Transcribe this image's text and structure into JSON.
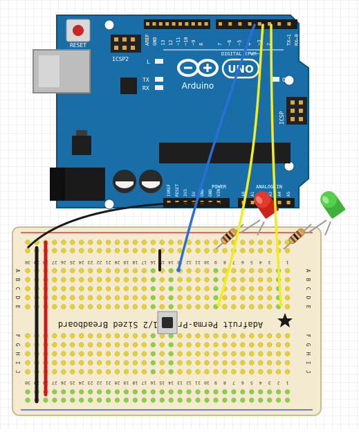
{
  "arduino": {
    "brand": "Arduino",
    "model": "UNO",
    "reset_label": "RESET",
    "icsp2_label": "ICSP2",
    "icsp_label": "ICSP",
    "l_label": "L",
    "tx_label": "TX",
    "rx_label": "RX",
    "on_label": "ON",
    "aref_label": "AREF",
    "gnd_label": "GND",
    "digital_label": "DIGITAL (PWM~)",
    "tx_pin_label": "TX→1",
    "rx_pin_label": "RX←0",
    "power_label": "POWER",
    "analog_label": "ANALOG IN",
    "top_pins": [
      "13",
      "12",
      "~11",
      "~10",
      "~9",
      "8",
      "7",
      "~6",
      "~5",
      "4",
      "~3",
      "2"
    ],
    "power_pins": [
      "IOREF",
      "RESET",
      "3V3",
      "5V",
      "GND",
      "GND",
      "VIN"
    ],
    "analog_pins": [
      "A0",
      "A1",
      "A2",
      "A3",
      "A4",
      "A5"
    ],
    "board_color": "#1a6ea8"
  },
  "breadboard": {
    "title": "Adafruit Perma-Proto 1/2 Sized Breadboard",
    "row_letters_top": [
      "A",
      "B",
      "C",
      "D",
      "E"
    ],
    "row_letters_bottom": [
      "F",
      "G",
      "H",
      "I",
      "J"
    ],
    "column_numbers": [
      "30",
      "29",
      "28",
      "27",
      "26",
      "25",
      "24",
      "23",
      "22",
      "21",
      "20",
      "19",
      "18",
      "17",
      "16",
      "15",
      "14",
      "13",
      "12",
      "11",
      "10",
      "9",
      "8",
      "7",
      "6",
      "5",
      "4",
      "3",
      "2",
      "1"
    ],
    "board_color": "#f3ead0",
    "pad_color": "#e6d22e",
    "active_pad_color": "#7fd44a"
  },
  "components": {
    "led_red_color": "#e23a2e",
    "led_green_color": "#55d04a",
    "wire_colors": {
      "blue": "#2a6fd6",
      "yellow": "#f3ec1e",
      "black": "#1a1a1a",
      "red": "#cc1a1a"
    }
  }
}
